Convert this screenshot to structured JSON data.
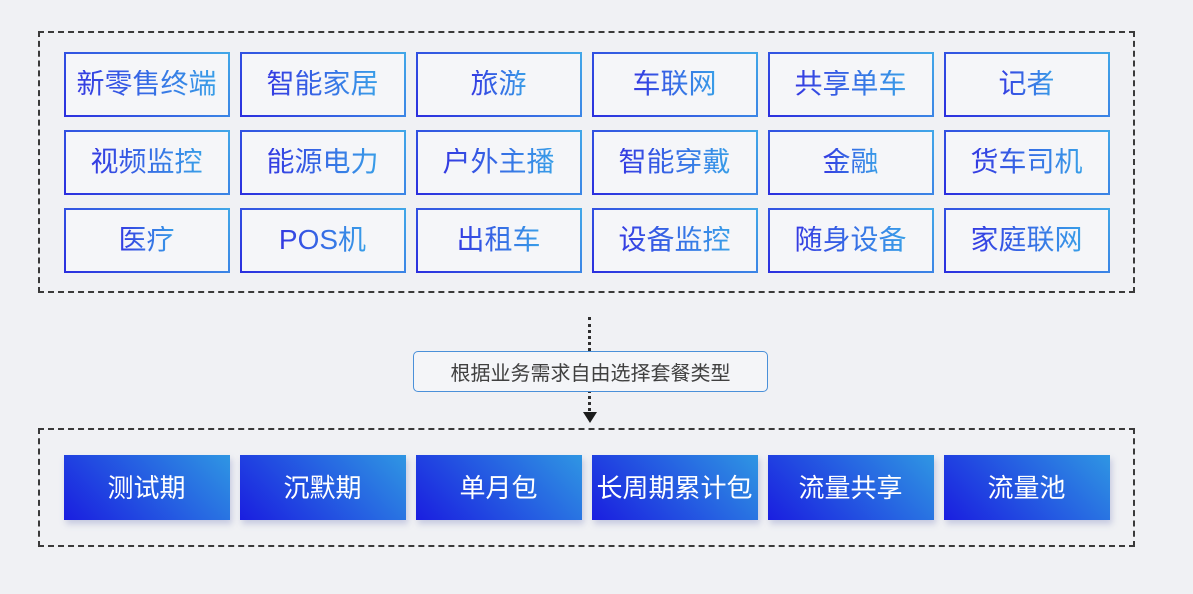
{
  "industries": {
    "items": [
      "新零售终端",
      "智能家居",
      "旅游",
      "车联网",
      "共享单车",
      "记者",
      "视频监控",
      "能源电力",
      "户外主播",
      "智能穿戴",
      "金融",
      "货车司机",
      "医疗",
      "POS机",
      "出租车",
      "设备监控",
      "随身设备",
      "家庭联网"
    ]
  },
  "connector": {
    "label": "根据业务需求自由选择套餐类型",
    "arrow_icon": "down-arrow"
  },
  "plans": {
    "items": [
      "测试期",
      "沉默期",
      "单月包",
      "长周期累计包",
      "流量共享",
      "流量池"
    ]
  },
  "colors": {
    "page_background": "#f0f1f4",
    "dashed_border": "#3a3a3a",
    "outline_gradient_start": "#2b2fdf",
    "outline_gradient_end": "#41a7e8",
    "text_gradient_start": "#3438e2",
    "text_gradient_end": "#389fe8",
    "fill_gradient_start": "#1a1ee0",
    "fill_gradient_end": "#2f96e3",
    "label_border": "#4a90d9",
    "label_text": "#404040",
    "plan_text": "#ffffff"
  }
}
